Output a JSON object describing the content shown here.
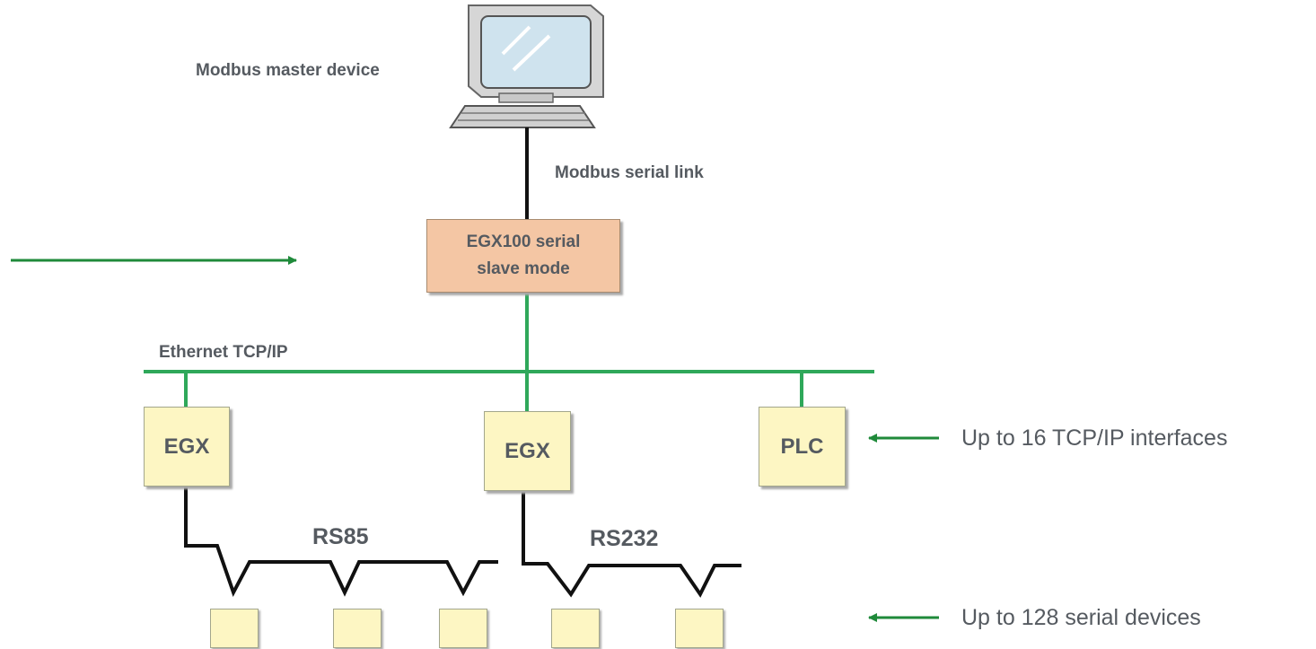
{
  "master_label": "Modbus master device",
  "serial_link_label": "Modbus serial link",
  "gateway_box": {
    "line1": "EGX100 serial",
    "line2": "slave mode"
  },
  "network_label": "Ethernet TCP/IP",
  "interfaces": [
    "EGX",
    "EGX",
    "PLC"
  ],
  "bus_labels": {
    "left": "RS85",
    "right": "RS232"
  },
  "notes": {
    "interfaces": "Up to 16 TCP/IP interfaces",
    "devices": "Up to 128 serial devices"
  },
  "colors": {
    "ethernet": "#2fa85a",
    "arrow": "#1f8a3a",
    "serial_cable": "#111111",
    "box_fill": "#fdf6c3",
    "gateway_fill": "#f4c6a4",
    "text": "#555a60"
  }
}
